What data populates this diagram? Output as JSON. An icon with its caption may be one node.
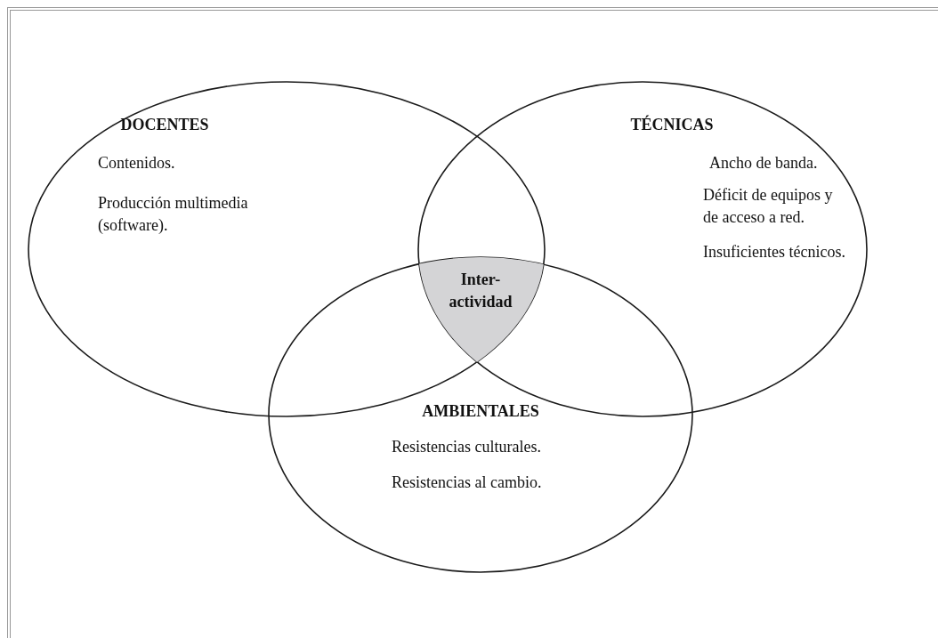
{
  "diagram": {
    "nodes": [
      {
        "text": [
          "DOCENTES",
          "Contenidos.",
          "Producción multimedia (software)."
        ]
      },
      {
        "text": [
          "TÉCNICAS",
          "Ancho de banda.",
          "Déficit de equipos y de acceso a red.",
          "Insuficientes técnicos."
        ]
      },
      {
        "text": [
          "AMBIENTALES",
          "Resistencias culturales.",
          "Resistencias al cambio."
        ]
      },
      {
        "text": [
          "Inter-actividad"
        ]
      }
    ]
  }
}
